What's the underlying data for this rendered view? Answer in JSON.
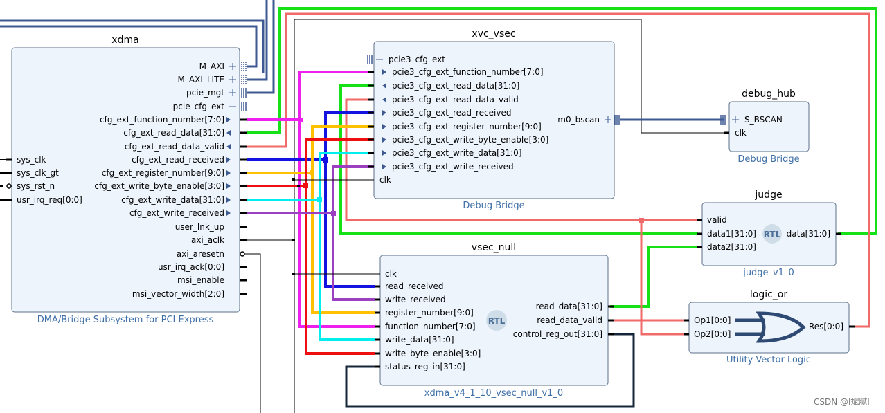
{
  "watermark": "CSDN @l斌腻l",
  "colors": {
    "navy": "#3e5a93",
    "green": "#16e016",
    "salmon": "#f06a6a",
    "magenta": "#ee20ee",
    "blue": "#1414e0",
    "gold": "#ffc000",
    "red": "#ee1010",
    "cyan": "#00eeee",
    "purple": "#9b40c0",
    "black": "#000000",
    "darkslate": "#15263a",
    "block_fill": "#eef4fc",
    "subtitle": "#3f6fa7"
  },
  "blocks": {
    "xdma": {
      "title": "xdma",
      "subtitle": "DMA/Bridge Subsystem for PCI Express",
      "left_ports": [
        "sys_clk",
        "sys_clk_gt",
        "sys_rst_n",
        "usr_irq_req[0:0]"
      ],
      "right_ports": [
        "M_AXI",
        "M_AXI_LITE",
        "pcie_mgt",
        "pcie_cfg_ext",
        "cfg_ext_function_number[7:0]",
        "cfg_ext_read_data[31:0]",
        "cfg_ext_read_data_valid",
        "cfg_ext_read_received",
        "cfg_ext_register_number[9:0]",
        "cfg_ext_write_byte_enable[3:0]",
        "cfg_ext_write_data[31:0]",
        "cfg_ext_write_received",
        "user_lnk_up",
        "axi_aclk",
        "axi_aresetn",
        "usr_irq_ack[0:0]",
        "msi_enable",
        "msi_vector_width[2:0]"
      ]
    },
    "xvc_vsec": {
      "title": "xvc_vsec",
      "subtitle": "Debug Bridge",
      "left_ports": [
        "pcie3_cfg_ext",
        "pcie3_cfg_ext_function_number[7:0]",
        "pcie3_cfg_ext_read_data[31:0]",
        "pcie3_cfg_ext_read_data_valid",
        "pcie3_cfg_ext_read_received",
        "pcie3_cfg_ext_register_number[9:0]",
        "pcie3_cfg_ext_write_byte_enable[3:0]",
        "pcie3_cfg_ext_write_data[31:0]",
        "pcie3_cfg_ext_write_received",
        "clk"
      ],
      "right_ports": [
        "m0_bscan"
      ]
    },
    "debug_hub": {
      "title": "debug_hub",
      "subtitle": "Debug Bridge",
      "left_ports": [
        "S_BSCAN",
        "clk"
      ]
    },
    "judge": {
      "title": "judge",
      "subtitle": "judge_v1_0",
      "left_ports": [
        "valid",
        "data1[31:0]",
        "data2[31:0]"
      ],
      "right_ports": [
        "data[31:0]"
      ],
      "badge": "RTL"
    },
    "vsec_null": {
      "title": "vsec_null",
      "subtitle": "xdma_v4_1_10_vsec_null_v1_0",
      "left_ports": [
        "clk",
        "read_received",
        "write_received",
        "register_number[9:0]",
        "function_number[7:0]",
        "write_data[31:0]",
        "write_byte_enable[3:0]",
        "status_reg_in[31:0]"
      ],
      "right_ports": [
        "read_data[31:0]",
        "read_data_valid",
        "control_reg_out[31:0]"
      ],
      "badge": "RTL"
    },
    "logic_or": {
      "title": "logic_or",
      "subtitle": "Utility Vector Logic",
      "left_ports": [
        "Op1[0:0]",
        "Op2[0:0]"
      ],
      "right_ports": [
        "Res[0:0]"
      ]
    }
  }
}
